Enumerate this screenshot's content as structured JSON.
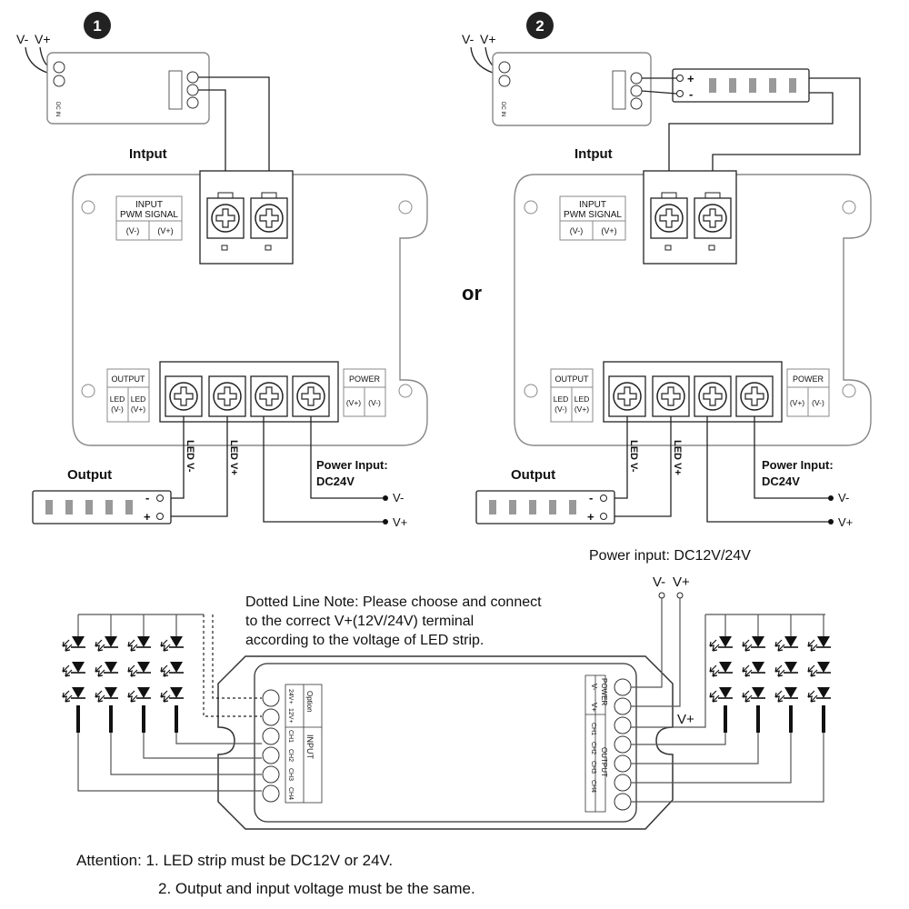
{
  "diagram1": {
    "badge": "1",
    "title_input": "Intput",
    "title_output": "Output",
    "signal_labels": {
      "vminus": "V-",
      "vplus": "V+"
    },
    "input_panel": {
      "line1": "INPUT",
      "line2": "PWM SIGNAL",
      "v_minus": "(V-)",
      "v_plus": "(V+)"
    },
    "output_panel": {
      "title": "OUTPUT",
      "led_minus_1": "LED",
      "led_minus_2": "(V-)",
      "led_plus_1": "LED",
      "led_plus_2": "(V+)"
    },
    "power_panel": {
      "title": "POWER",
      "v_plus": "(V+)",
      "v_minus": "(V-)"
    },
    "wire_labels": {
      "led_vminus": "LED V-",
      "led_vplus": "LED V+"
    },
    "power_input": {
      "line1": "Power Input:",
      "line2": "DC24V",
      "vminus": "V-",
      "vplus": "V+"
    },
    "strip_signs": {
      "minus": "-",
      "plus": "+"
    }
  },
  "diagram2": {
    "badge": "2",
    "title_input": "Intput",
    "title_output": "Output",
    "signal_labels": {
      "vminus": "V-",
      "vplus": "V+"
    },
    "input_panel": {
      "line1": "INPUT",
      "line2": "PWM SIGNAL",
      "v_minus": "(V-)",
      "v_plus": "(V+)"
    },
    "output_panel": {
      "title": "OUTPUT",
      "led_minus_1": "LED",
      "led_minus_2": "(V-)",
      "led_plus_1": "LED",
      "led_plus_2": "(V+)"
    },
    "power_panel": {
      "title": "POWER",
      "v_plus": "(V+)",
      "v_minus": "(V-)"
    },
    "wire_labels": {
      "led_vminus": "LED V-",
      "led_vplus": "LED V+"
    },
    "power_input": {
      "line1": "Power Input:",
      "line2": "DC24V",
      "vminus": "V-",
      "vplus": "V+"
    },
    "strip_signs": {
      "minus": "-",
      "plus": "+"
    },
    "top_strip_signs": {
      "plus": "+",
      "minus": "-"
    }
  },
  "or_label": "or",
  "bottom": {
    "power_input_label": "Power input: DC12V/24V",
    "supply_vminus": "V-",
    "supply_vplus": "V+",
    "vplus_wire": "V+",
    "note_line1": "Dotted Line Note: Please choose and connect",
    "note_line2": "to the correct V+(12V/24V) terminal",
    "note_line3": "according to the voltage of LED strip.",
    "left_block": {
      "option": "Option",
      "v24": "24V+",
      "v12": "12V+",
      "input": "INPUT",
      "ch1": "CH1",
      "ch2": "CH2",
      "ch3": "CH3",
      "ch4": "CH4"
    },
    "right_block": {
      "power": "POWER",
      "vminus": "V-",
      "vplus": "V+",
      "output": "OUTPUT",
      "ch1": "CH1",
      "ch2": "CH2",
      "ch3": "CH3",
      "ch4": "CH4"
    },
    "attention1": "Attention: 1. LED strip must be DC12V or 24V.",
    "attention2": "2. Output and input voltage must be the same."
  }
}
